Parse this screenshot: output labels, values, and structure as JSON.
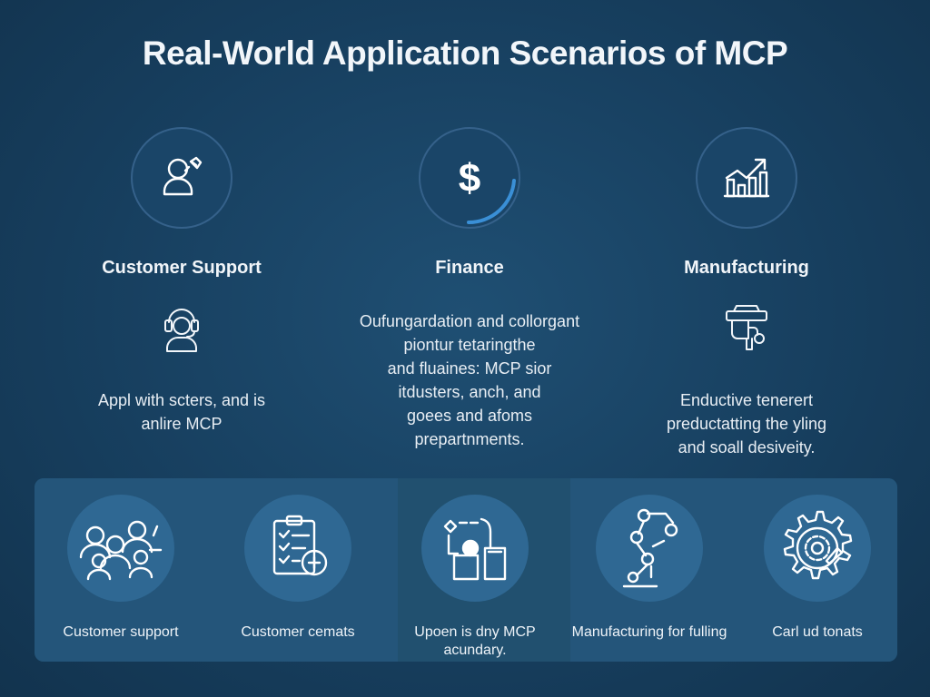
{
  "page_title": "Real-World Application Scenarios of MCP",
  "columns": [
    {
      "title": "Customer Support",
      "icon": "person-chat-icon",
      "small_icon": "headset-agent-icon",
      "description": [
        "Appl with scters, and is",
        "anlire MCP"
      ]
    },
    {
      "title": "Finance",
      "icon": "dollar-icon",
      "small_icon": "",
      "description": [
        "Oufungardation and collorgant",
        "piontur tetaringthe",
        "and fluaines: MCP sior",
        "itdusters, anch, and",
        "goees and afoms",
        "prepartnments."
      ]
    },
    {
      "title": "Manufacturing",
      "icon": "bar-chart-trend-icon",
      "small_icon": "machine-tool-icon",
      "description": [
        "Enductive tenerert",
        "preductatting the yling",
        "and soall desiveity."
      ]
    }
  ],
  "cards": [
    {
      "label": "Customer support",
      "icon": "team-people-icon"
    },
    {
      "label": "Customer cemats",
      "icon": "checklist-clipboard-icon"
    },
    {
      "label": "Upoen is dny MCP acundary.",
      "icon": "flow-process-icon"
    },
    {
      "label": "Manufacturing for fulling",
      "icon": "robot-arm-icon"
    },
    {
      "label": "Carl ud tonats",
      "icon": "gear-icon"
    }
  ],
  "colors": {
    "background": "#173f5f",
    "ring_border": "#35618a",
    "card_disc": "#2f6893",
    "accent_blue": "#3a8fd6"
  }
}
